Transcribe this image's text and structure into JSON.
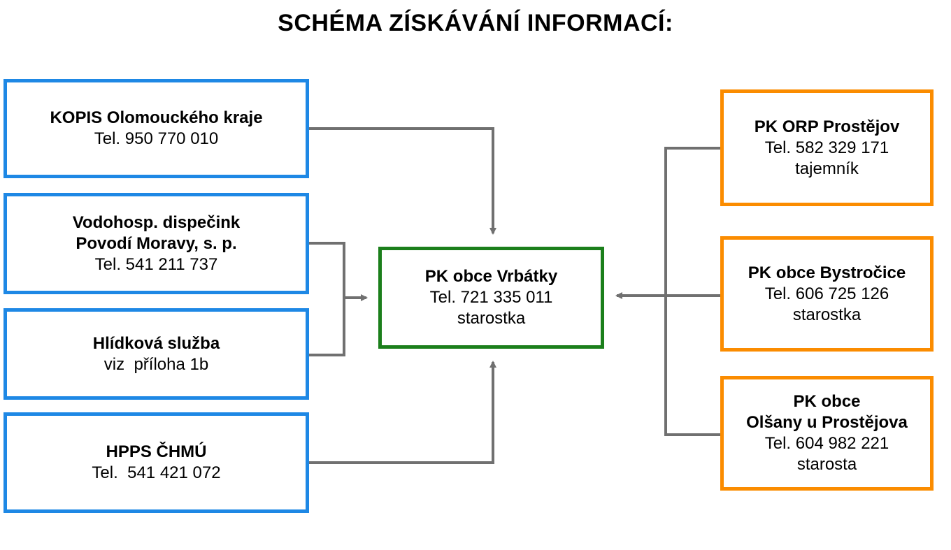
{
  "title": "SCHÉMA ZÍSKÁVÁNÍ INFORMACÍ:",
  "colors": {
    "blue": "#1e88e5",
    "orange": "#fb8c00",
    "green": "#1b7f1b",
    "connector": "#707070"
  },
  "left_boxes": [
    {
      "lines": [
        "KOPIS Olomouckého kraje"
      ],
      "detail": [
        "Tel. 950 770 010"
      ]
    },
    {
      "lines": [
        "Vodohosp. dispečink",
        "Povodí Moravy, s. p."
      ],
      "detail": [
        "Tel. 541 211 737"
      ]
    },
    {
      "lines": [
        "Hlídková služba"
      ],
      "detail": [
        "viz  příloha 1b"
      ]
    },
    {
      "lines": [
        "HPPS ČHMÚ"
      ],
      "detail": [
        "Tel.  541 421 072"
      ]
    }
  ],
  "center_box": {
    "lines": [
      "PK obce Vrbátky"
    ],
    "detail": [
      "Tel. 721 335 011",
      "starostka"
    ]
  },
  "right_boxes": [
    {
      "lines": [
        "PK ORP Prostějov"
      ],
      "detail": [
        "Tel. 582 329 171",
        "tajemník"
      ]
    },
    {
      "lines": [
        "PK obce Bystročice"
      ],
      "detail": [
        "Tel. 606 725 126",
        "starostka"
      ]
    },
    {
      "lines": [
        "PK obce",
        "Olšany u Prostějova"
      ],
      "detail": [
        "Tel. 604 982 221",
        "starosta"
      ]
    }
  ]
}
